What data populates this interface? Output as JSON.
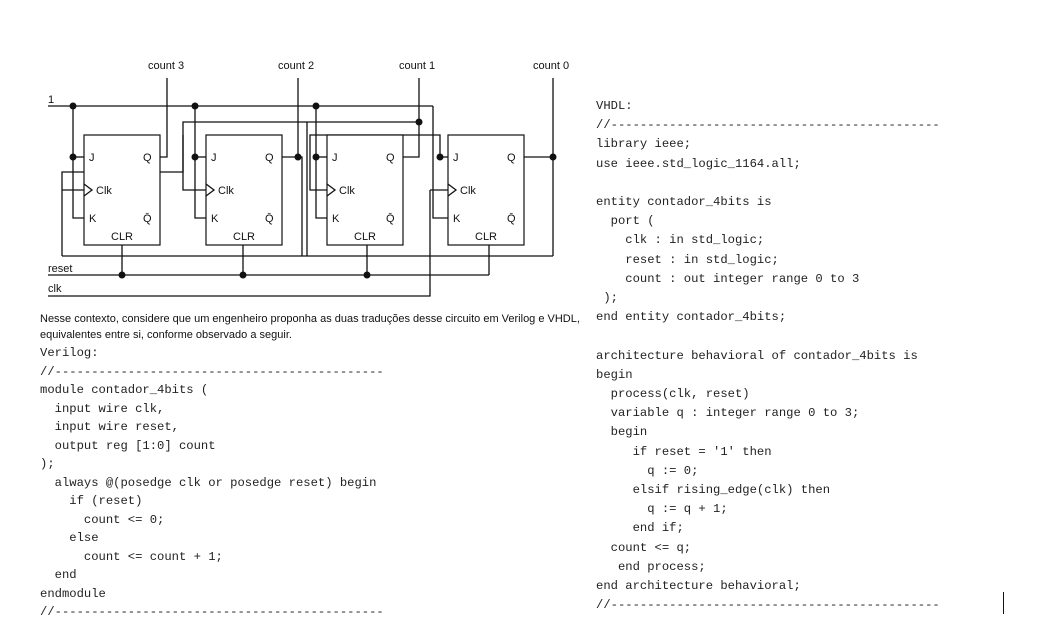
{
  "circuit": {
    "count_labels": [
      "count 3",
      "count 2",
      "count 1",
      "count 0"
    ],
    "input_one": "1",
    "reset_label": "reset",
    "clk_label": "clk",
    "ff_pins": {
      "j": "J",
      "k": "K",
      "q": "Q",
      "qbar": "Q̄",
      "clk": "Clk",
      "clr": "CLR"
    }
  },
  "context_text": "Nesse contexto, considere que um engenheiro proponha as duas traduções desse circuito em Verilog e VHDL, equivalentes entre si, conforme observado a seguir.",
  "verilog": {
    "lines": [
      "Verilog:",
      "//---------------------------------------------",
      "module contador_4bits (",
      "  input wire clk,",
      "  input wire reset,",
      "  output reg [1:0] count",
      ");",
      "  always @(posedge clk or posedge reset) begin",
      "    if (reset)",
      "      count <= 0;",
      "    else",
      "      count <= count + 1;",
      "  end",
      "endmodule",
      "//---------------------------------------------"
    ]
  },
  "vhdl": {
    "lines": [
      "VHDL:",
      "//---------------------------------------------",
      "library ieee;",
      "use ieee.std_logic_1164.all;",
      "",
      "entity contador_4bits is",
      "  port (",
      "    clk : in std_logic;",
      "    reset : in std_logic;",
      "    count : out integer range 0 to 3",
      " );",
      "end entity contador_4bits;",
      "",
      "architecture behavioral of contador_4bits is",
      "begin",
      "  process(clk, reset)",
      "  variable q : integer range 0 to 3;",
      "  begin",
      "     if reset = '1' then",
      "       q := 0;",
      "     elsif rising_edge(clk) then",
      "       q := q + 1;",
      "     end if;",
      "  count <= q;",
      "   end process;",
      "end architecture behavioral;",
      "//---------------------------------------------"
    ]
  }
}
